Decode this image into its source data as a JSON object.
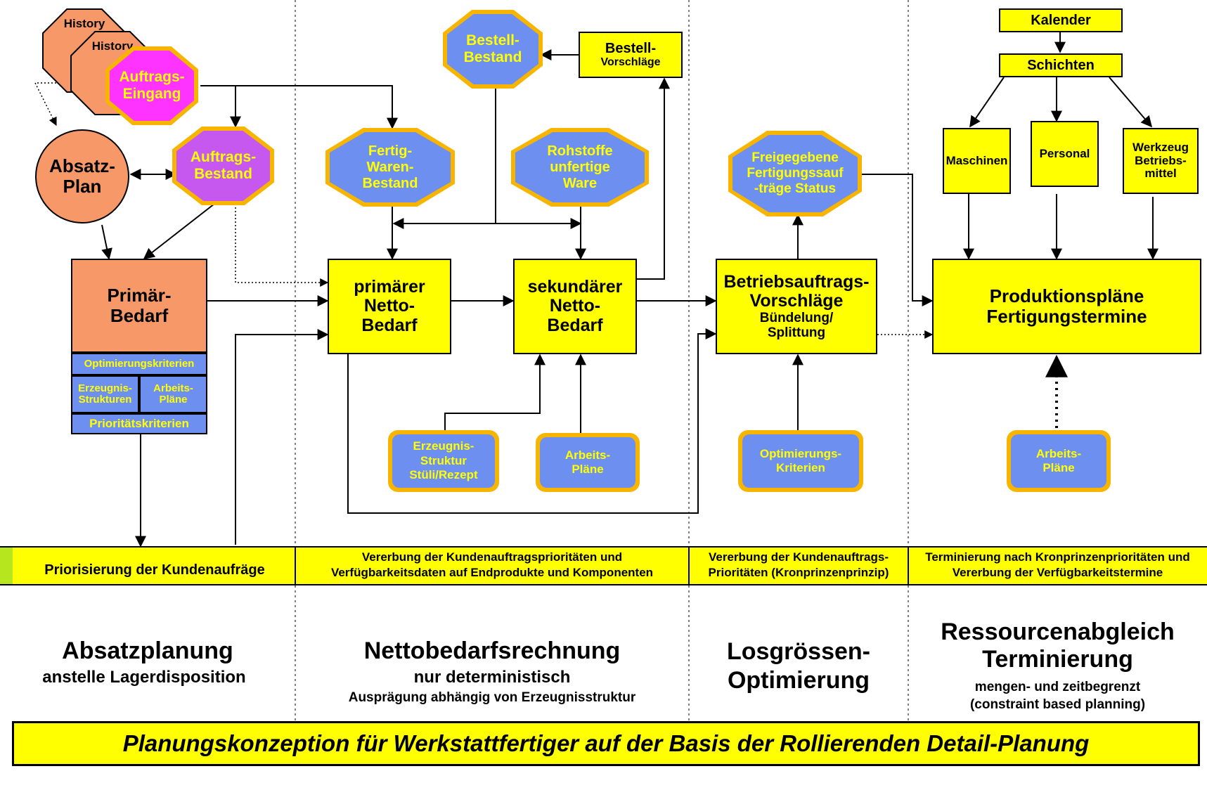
{
  "history": {
    "back_label": "History",
    "front_label": "History"
  },
  "nodes": {
    "auftragseingang": "Auftrags-\nEingang",
    "absatzplan": "Absatz-\nPlan",
    "auftragsbestand": "Auftrags-\nBestand",
    "primaerbedarf": "Primär-\nBedarf",
    "optimierungskriterien_small": "Optimierungskriterien",
    "erzeugnisstrukturen": "Erzeugnis-\nStrukturen",
    "arbeitsplaene_small": "Arbeits-\nPläne",
    "prioritaetskriterien": "Prioritätskriterien",
    "bestellbestand": "Bestell-\nBestand",
    "bestellvorschlaege_title": "Bestell-",
    "bestellvorschlaege_sub": "Vorschläge",
    "fertigwarenbestand": "Fertig-\nWaren-\nBestand",
    "rohstoffe": "Rohstoffe\nunfertige\nWare",
    "primaerer_nettobedarf": "primärer\nNetto-\nBedarf",
    "sekundaerer_nettobedarf": "sekundärer\nNetto-\nBedarf",
    "erzeugnisstruktur_stueli": "Erzeugnis-\nStruktur\nStüli/Rezept",
    "arbeitsplaene_mid": "Arbeits-\nPläne",
    "freigegebene": "Freigegebene\nFertigungssauf\n-träge Status",
    "betriebsauftrags_title": "Betriebsauftrags-\nVorschläge",
    "betriebsauftrags_sub": "Bündelung/\nSplittung",
    "optimierungskriterien_mid": "Optimierungs-\nKriterien",
    "kalender": "Kalender",
    "schichten": "Schichten",
    "maschinen": "Maschinen",
    "personal": "Personal",
    "werkzeug": "Werkzeug\nBetriebs-\nmittel",
    "produktionsplaene": "Produktionspläne\nFertigungstermine",
    "arbeitsplaene_right": "Arbeits-\nPläne"
  },
  "band": {
    "col1": "Priorisierung der Kundenaufräge",
    "col2": "Vererbung der Kundenauftragsprioritäten und\nVerfügbarkeitsdaten auf Endprodukte und Komponenten",
    "col3": "Vererbung der Kundenauftrags-\nPrioritäten (Kronprinzenprinzip)",
    "col4": "Terminierung nach Kronprinzenprioritäten und\nVererbung der Verfügbarkeitstermine"
  },
  "phases": {
    "p1_title": "Absatzplanung",
    "p1_sub": "anstelle Lagerdisposition",
    "p2_title": "Nettobedarfsrechnung",
    "p2_sub": "nur deterministisch",
    "p2_sub2": "Ausprägung  abhängig  von Erzeugnisstruktur",
    "p3_title": "Losgrössen-\nOptimierung",
    "p4_title": "Ressourcenabgleich\nTerminierung",
    "p4_sub": "mengen- und zeitbegrenzt\n(constraint  based planning)"
  },
  "footer_title": "Planungskonzeption für Werkstattfertiger auf der Basis der Rollierenden Detail-Planung",
  "colors": {
    "yellow": "#ffff00",
    "orange": "#f79869",
    "magenta": "#ff33ff",
    "violet": "#c658f0",
    "blue": "#6d8ff0",
    "gold": "#f7b500"
  }
}
